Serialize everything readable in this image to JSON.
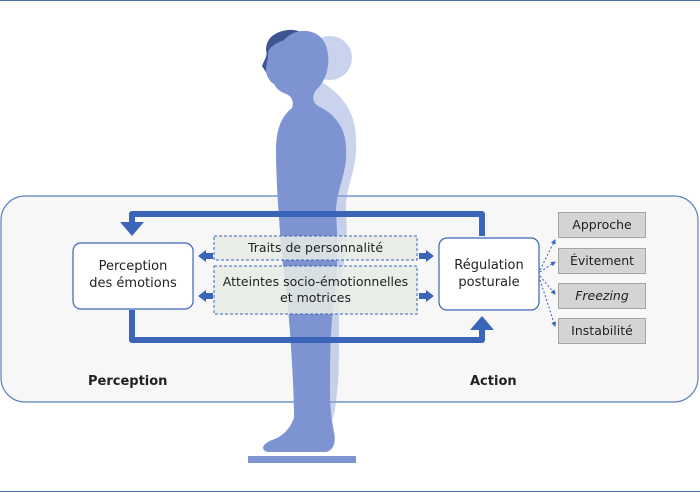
{
  "boxes": {
    "perception": [
      "Perception",
      "des émotions"
    ],
    "regulation": [
      "Régulation",
      "posturale"
    ]
  },
  "factors": {
    "traits": "Traits de personnalité",
    "atteintes": [
      "Atteintes socio-émotionnelles",
      "et motrices"
    ]
  },
  "responses": [
    "Approche",
    "Évitement",
    "Freezing",
    "Instabilité"
  ],
  "captions": {
    "left": "Perception",
    "right": "Action"
  },
  "colors": {
    "arrow": "#3b65b8",
    "figure": "#7e93d1",
    "panel_border": "#5a7fbf",
    "option_fill": "#d4d4d4"
  }
}
